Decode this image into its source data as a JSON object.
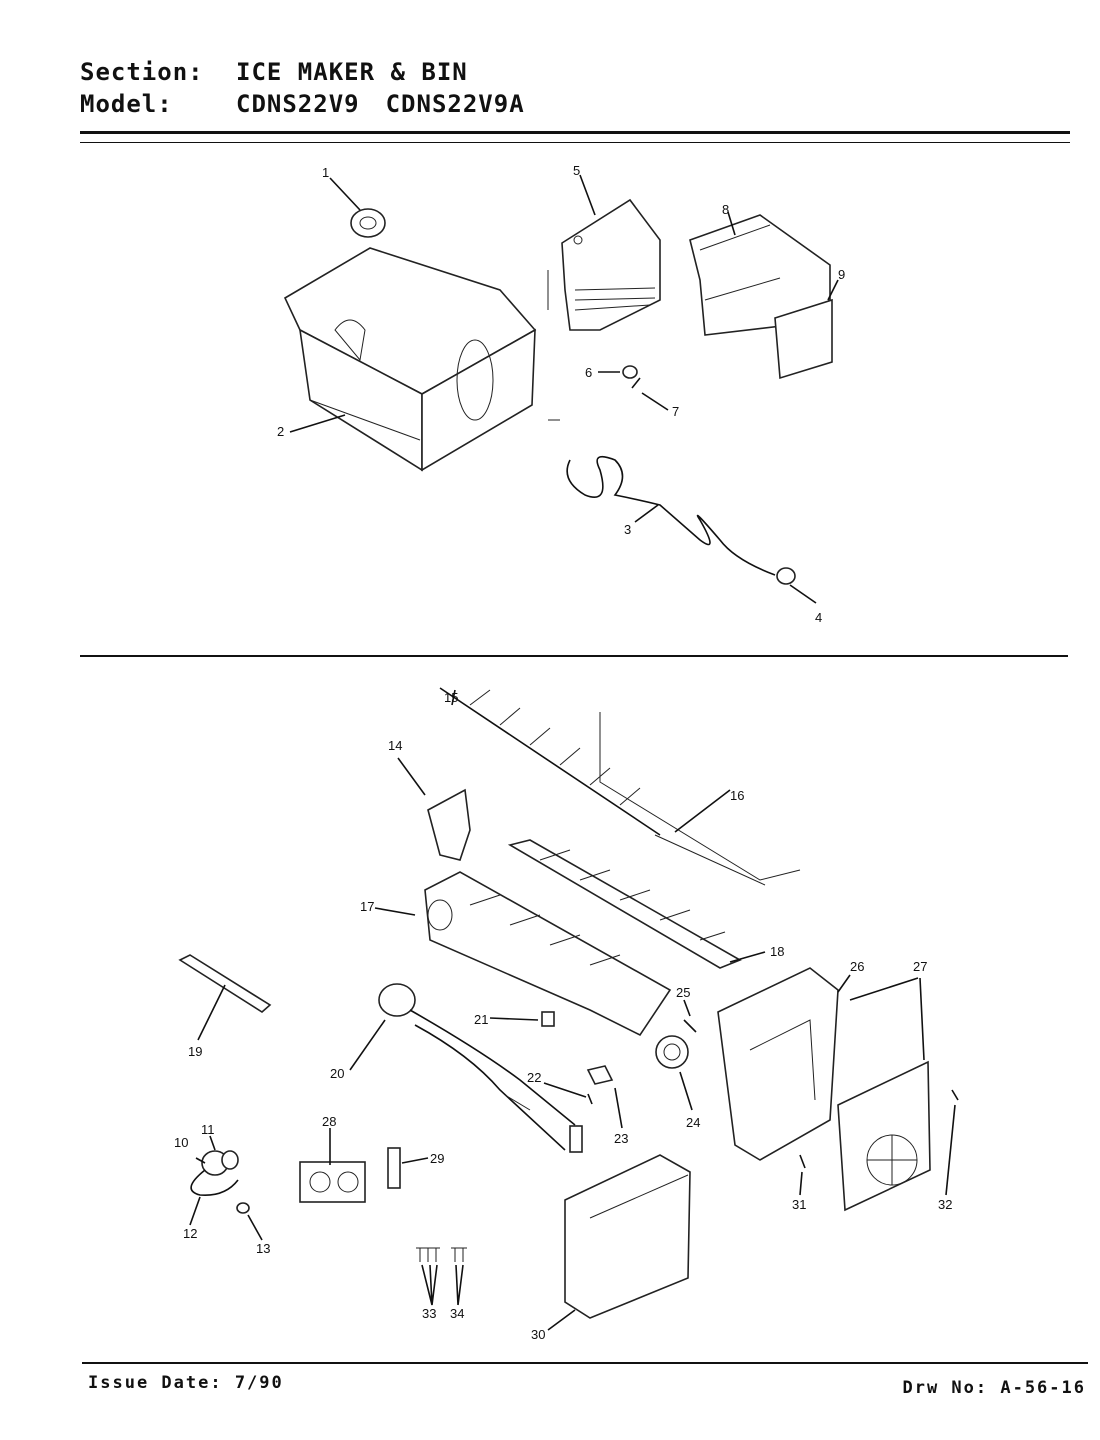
{
  "header": {
    "section_key": "Section:",
    "section_value": "ICE MAKER & BIN",
    "model_key": "Model:",
    "models": [
      "CDNS22V9",
      "CDNS22V9A"
    ]
  },
  "footer": {
    "issue": "Issue Date: 7/90",
    "drawing_no": "Drw No: A-56-16"
  },
  "callouts": [
    "1",
    "2",
    "3",
    "4",
    "5",
    "6",
    "7",
    "8",
    "9",
    "14",
    "15",
    "16",
    "17",
    "18",
    "19",
    "20",
    "21",
    "22",
    "23",
    "24",
    "25",
    "26",
    "27",
    "28",
    "29",
    "10",
    "11",
    "12",
    "13",
    "30",
    "31",
    "32",
    "33",
    "34"
  ]
}
